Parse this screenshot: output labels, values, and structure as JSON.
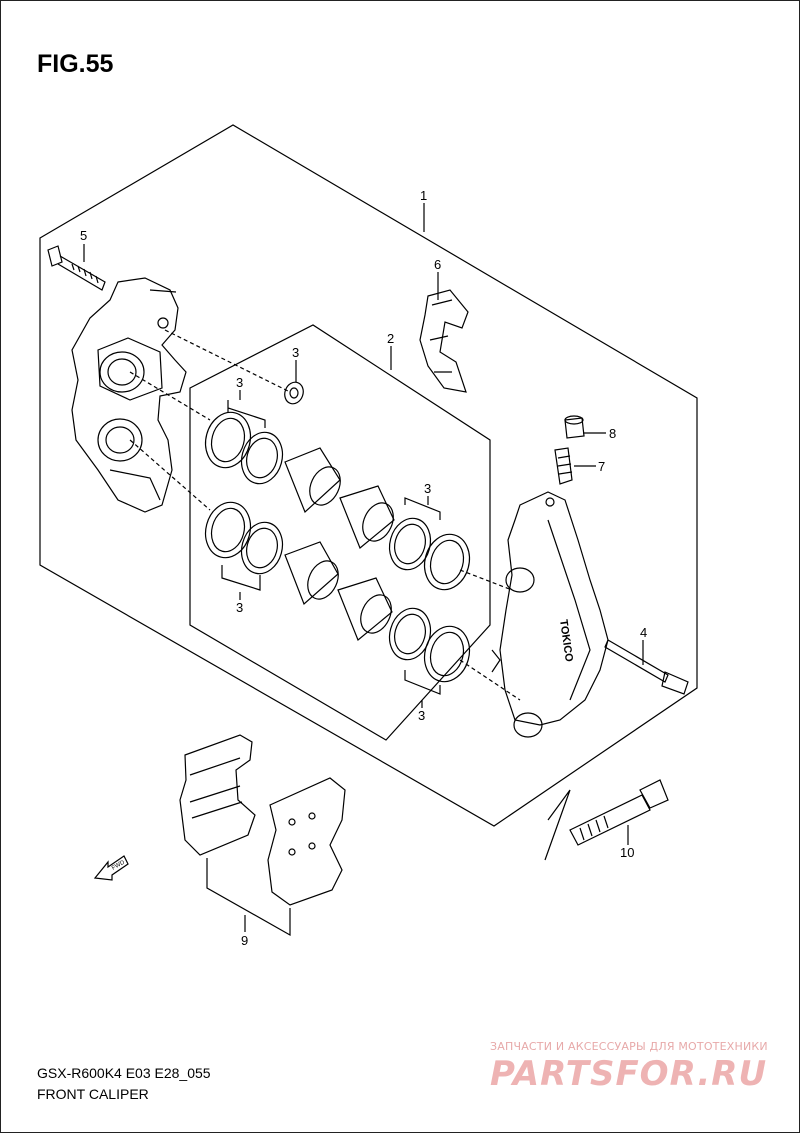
{
  "figure": {
    "title": "FIG.55",
    "model_code": "GSX-R600K4 E03 E28_055",
    "caption": "FRONT CALIPER"
  },
  "callouts": {
    "c1": "1",
    "c2": "2",
    "c3a": "3",
    "c3b": "3",
    "c3c": "3",
    "c3d": "3",
    "c3e": "3",
    "c4": "4",
    "c5": "5",
    "c6": "6",
    "c7": "7",
    "c8": "8",
    "c9": "9",
    "c10": "10"
  },
  "direction_arrow": {
    "label": "FWD"
  },
  "caliper_brand": "TOKICO",
  "watermark": {
    "tagline": "ЗАПЧАСТИ И АКСЕССУАРЫ ДЛЯ МОТОТЕХНИКИ",
    "brand": "PARTSFOR.RU"
  },
  "colors": {
    "line": "#000000",
    "watermark": "#e9a3a3"
  }
}
